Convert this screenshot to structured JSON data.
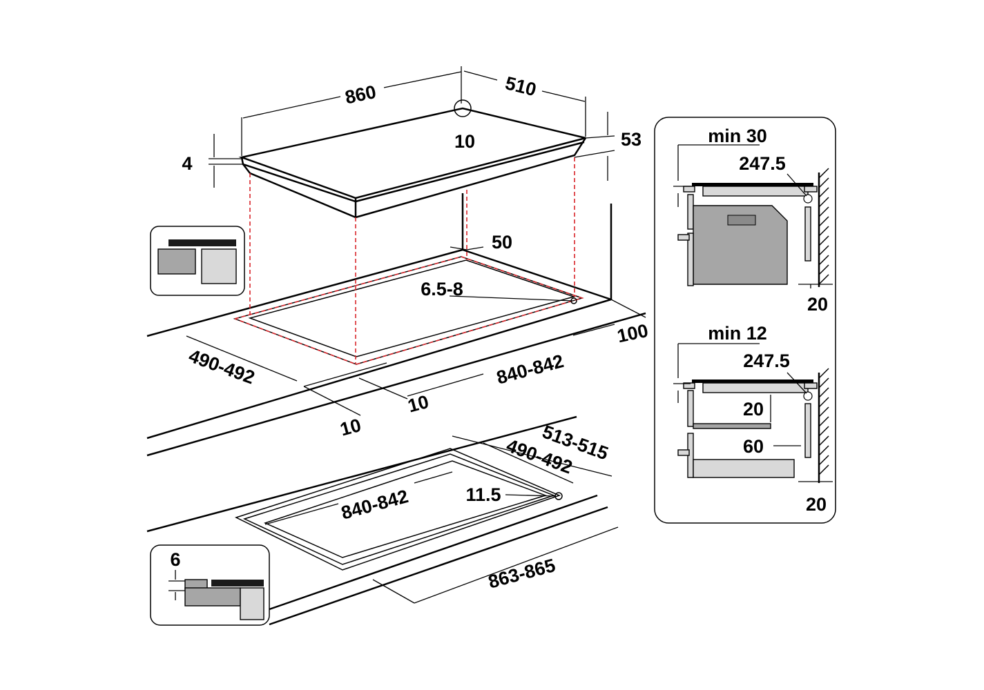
{
  "labels": {
    "top_width": "860",
    "top_depth": "510",
    "corner_radius": "10",
    "glass_thickness": "4",
    "total_height": "53",
    "rear_gap": "50",
    "cutout_radius": "6.5-8",
    "wall_distance": "100",
    "cutout_depth": "490-492",
    "cutout_width": "840-842",
    "front_gap": "10",
    "side_gap": "10",
    "flush_outer_depth": "513-515",
    "flush_inner_depth": "490-492",
    "flush_radius": "11.5",
    "flush_inner_width": "840-842",
    "flush_outer_width": "863-865",
    "rebate_depth": "6",
    "oven_min": "min 30",
    "oven_offset": "247.5",
    "oven_wall": "20",
    "drawer_min": "min 12",
    "drawer_offset": "247.5",
    "drawer_gap": "20",
    "drawer_clearance": "60",
    "drawer_wall": "20"
  },
  "colors": {
    "line": "#000000",
    "guide": "#d9252a",
    "fill_dark": "#a6a6a6",
    "fill_light": "#d9d9d9",
    "hob_top": "#000000"
  }
}
